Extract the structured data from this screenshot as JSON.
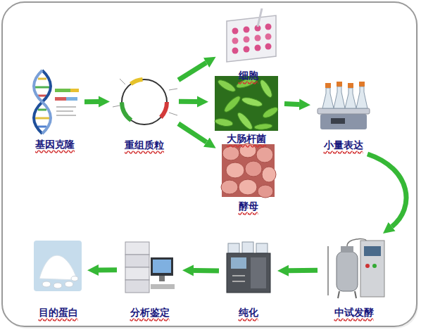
{
  "diagram": {
    "nodes": [
      {
        "text": [
          "基因克隆"
        ]
      },
      {
        "text": [
          "重组质粒"
        ]
      },
      {
        "text": [
          "细胞"
        ]
      },
      {
        "text": [
          "大肠杆菌"
        ]
      },
      {
        "text": [
          "酵母"
        ]
      },
      {
        "text": [
          "小量表达"
        ]
      },
      {
        "text": [
          "中试发酵"
        ]
      },
      {
        "text": [
          "纯化"
        ]
      },
      {
        "text": [
          "分析鉴定"
        ]
      },
      {
        "text": [
          "目的蛋白"
        ]
      }
    ],
    "edges": [
      {
        "from": 0,
        "to": 1,
        "arrow": "to"
      },
      {
        "from": 1,
        "to": 2,
        "arrow": "to"
      },
      {
        "from": 1,
        "to": 3,
        "arrow": "to"
      },
      {
        "from": 1,
        "to": 4,
        "arrow": "to"
      },
      {
        "from": 3,
        "to": 5,
        "arrow": "to"
      },
      {
        "from": 5,
        "to": 6,
        "arrow": "to"
      },
      {
        "from": 6,
        "to": 7,
        "arrow": "to"
      },
      {
        "from": 7,
        "to": 8,
        "arrow": "to"
      },
      {
        "from": 8,
        "to": 9,
        "arrow": "to"
      }
    ]
  }
}
